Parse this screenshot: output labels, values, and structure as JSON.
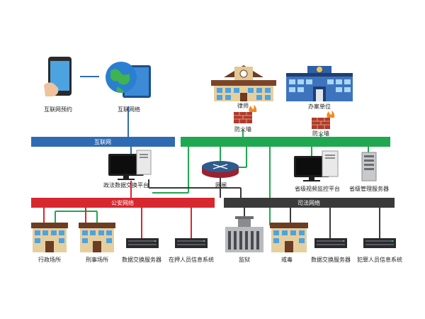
{
  "colors": {
    "internet": "#2f6bb3",
    "public_security": "#d7282f",
    "judicial": "#3a3a3a",
    "green_link": "#1fa84f",
    "firewall": "#b23a2a"
  },
  "bars": {
    "internet": "互联网",
    "public_security": "公安网络",
    "judicial": "司法网络"
  },
  "nodes": {
    "internet_booking": "互联网预约",
    "internet_globe": "互联网络",
    "lawyer": "律师",
    "case_unit": "办案单位",
    "firewall_left": "防火墙",
    "firewall_right": "防火墙",
    "exchange_platform": "政法数据交换平台",
    "gateway": "网闸",
    "video_platform": "省级视频监控平台",
    "provincial_server": "省级管理服务器",
    "admin_site": "行政场所",
    "criminal_site": "刑事场所",
    "exchange_server_left": "数据交换服务器",
    "detainee_system": "在押人员信息系统",
    "prison": "监狱",
    "rehab": "戒毒",
    "exchange_server_right": "数据交换服务器",
    "criminal_system": "犯罪人员信息系统"
  }
}
